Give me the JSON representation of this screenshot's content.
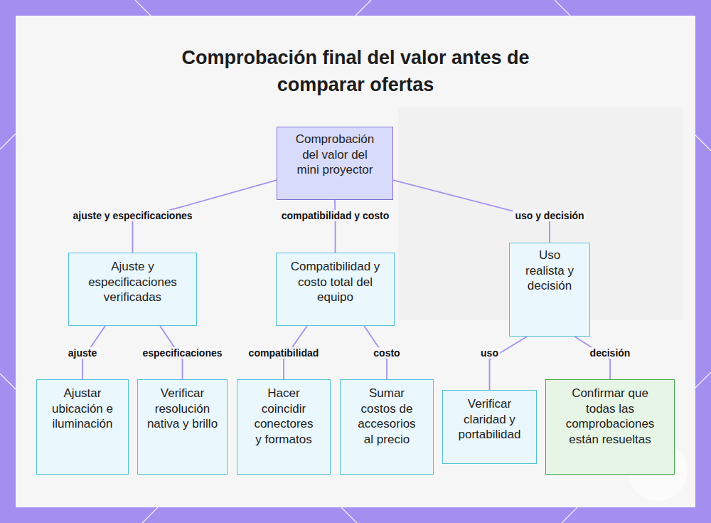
{
  "diagram": {
    "title": "Comprobación final del valor antes de comparar ofertas",
    "nodes": [
      {
        "text": [
          "Comprobación del valor del mini proyector"
        ]
      },
      {
        "text": [
          "Ajuste y especificaciones verificadas"
        ]
      },
      {
        "text": [
          "Compatibilidad y costo total del equipo"
        ]
      },
      {
        "text": [
          "Uso realista y decisión"
        ]
      },
      {
        "text": [
          "Ajustar ubicación e iluminación"
        ]
      },
      {
        "text": [
          "Verificar resolución nativa y brillo"
        ]
      },
      {
        "text": [
          "Hacer coincidir conectores y formatos"
        ]
      },
      {
        "text": [
          "Sumar costos de accesorios al precio"
        ]
      },
      {
        "text": [
          "Verificar claridad y portabilidad"
        ]
      },
      {
        "text": [
          "Confirmar que todas las comprobaciones están resueltas"
        ]
      }
    ],
    "edges": [
      {
        "from": 0,
        "to": 1,
        "label": "ajuste y especificaciones",
        "arrow": "none"
      },
      {
        "from": 0,
        "to": 2,
        "label": "compatibilidad y costo",
        "arrow": "none"
      },
      {
        "from": 0,
        "to": 3,
        "label": "uso y decisión",
        "arrow": "none"
      },
      {
        "from": 1,
        "to": 4,
        "label": "ajuste",
        "arrow": "none"
      },
      {
        "from": 1,
        "to": 5,
        "label": "especificaciones",
        "arrow": "none"
      },
      {
        "from": 2,
        "to": 6,
        "label": "compatibilidad",
        "arrow": "none"
      },
      {
        "from": 2,
        "to": 7,
        "label": "costo",
        "arrow": "none"
      },
      {
        "from": 3,
        "to": 8,
        "label": "uso",
        "arrow": "none"
      },
      {
        "from": 3,
        "to": 9,
        "label": "decisión",
        "arrow": "none"
      }
    ]
  }
}
